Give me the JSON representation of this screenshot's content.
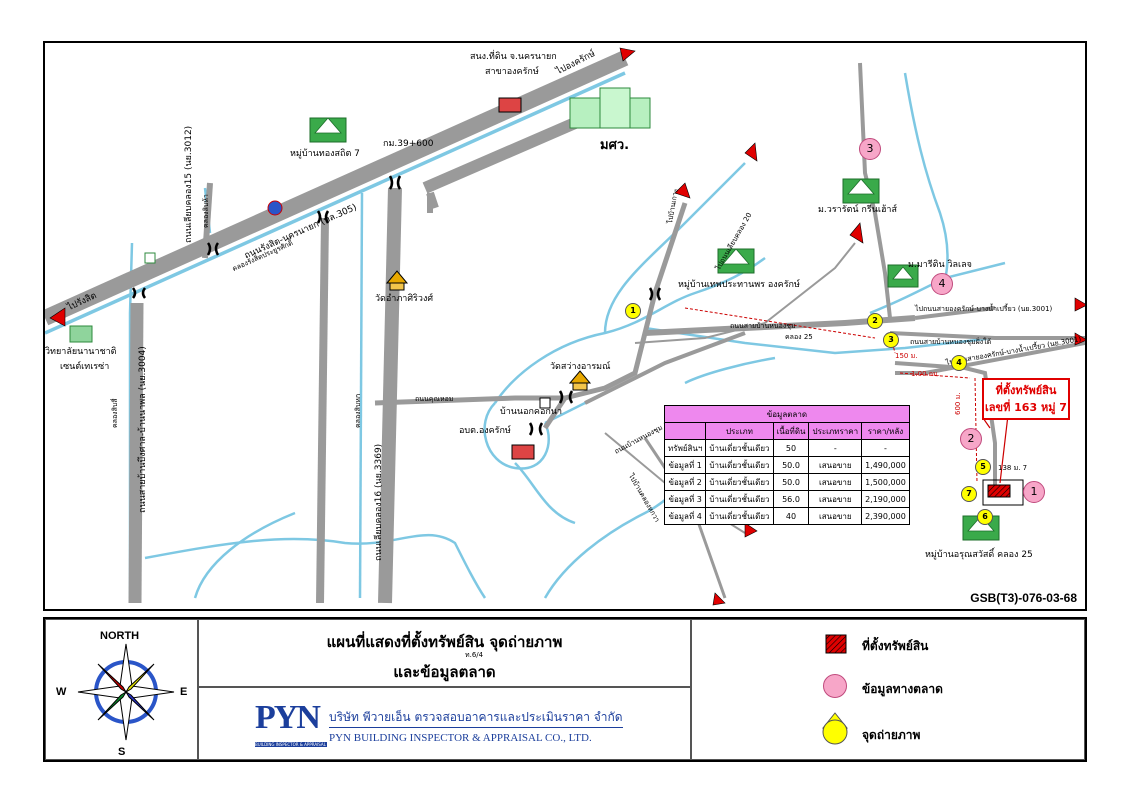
{
  "map": {
    "ref_code": "GSB(T3)-076-03-68",
    "property_callout": {
      "line1": "ที่ตั้งทรัพย์สิน",
      "line2": "เลขที่ 163 หมู่ 7"
    },
    "labels": {
      "to_ongkharak": "ไปองครักษ์",
      "to_rangsit": "ไปรังสิต",
      "land_office": "สนง.ที่ดิน จ.นครนายก",
      "land_office_branch": "สาขาองครักษ์",
      "university": "มศว.",
      "km_marker": "กม.39+600",
      "village_thongsathit": "หมู่บ้านทองสถิต 7",
      "main_road": "ถนนรังสิต-นครนายก (ทล.305)",
      "canal_rangsit": "คลองรังสิตประยูรศักดิ์",
      "road_3012": "ถนนเลียบคลอง15 (นย.3012)",
      "canal_15": "คลองสิบห้า",
      "road_3004": "ถนนสายบ้านบึงศาล-บ้านนาพล (นย.3004)",
      "canal_14": "คลองสิบสี่",
      "college": "วิทยาลัยนานาชาติ",
      "college_2": "เซนต์เทเรซ่า",
      "temp_amphawan": "วัดอำภาศิริวงศ์",
      "road_3369": "ถนนเลียบคลอง16 (นย.3369)",
      "canal_16": "คลองสิบหก",
      "village_thepprathan": "หมู่บ้านเทพประทานพร องครักษ์",
      "temple_sawang": "วัดสว่างอารมณ์",
      "ban_nok_khok": "บ้านนอกคอกนา",
      "sao_ongkharak": "อบต.องครักษ์",
      "road_khum_hom": "ถนนคุณหอม",
      "road_nongchum": "ถนนสายบ้านหนองชุม",
      "road_nongchum_tai": "ถนนสายบ้านหนองชุมฝั่งใต้",
      "road_3014": "ถนนบ้านหนองชุม (นย.3014)",
      "village_warat": "ม.วรารัตน์ กรีนเฮ้าส์",
      "village_marin": "ม.มารีติน วิลเลจ",
      "village_arunsawat": "หมู่บ้านอรุณสวัสดิ์ คลอง 25",
      "canal_25": "คลอง 25",
      "to_klong": "ไปบ้านเกาะ",
      "to_nongchum1": "ไปถนนเลียบคลอง 20",
      "to_3001": "ไปถนนสายองครักษ์-บางน้ำเปรี้ยว (นย.3001)",
      "to_3001b": "ไปถนนสายองครักษ์-บางน้ำเปรี้ยว (นย.3001)",
      "to_khok": "ไปบ้านคลองหกวา",
      "dist_1": "1.00 กม.",
      "dist_2": "600 ม.",
      "dist_3": "150 ม.",
      "dist_4": "138 ม. 7"
    },
    "markers": [
      "1",
      "2",
      "3",
      "4"
    ],
    "photo_points": [
      "1",
      "2",
      "3",
      "4",
      "5",
      "6",
      "7"
    ]
  },
  "market_table": {
    "title": "ข้อมูลตลาด",
    "headers": [
      "",
      "ประเภท",
      "เนื้อที่ดิน",
      "ประเภทราคา",
      "ราคา/หลัง"
    ],
    "rows": [
      [
        "ทรัพย์สินฯ",
        "บ้านเดี่ยวชั้นเดียว",
        "50",
        "-",
        "-"
      ],
      [
        "ข้อมูลที่ 1",
        "บ้านเดี่ยวชั้นเดียว",
        "50.0",
        "เสนอขาย",
        "1,490,000"
      ],
      [
        "ข้อมูลที่ 2",
        "บ้านเดี่ยวชั้นเดียว",
        "50.0",
        "เสนอขาย",
        "1,500,000"
      ],
      [
        "ข้อมูลที่ 3",
        "บ้านเดี่ยวชั้นเดียว",
        "56.0",
        "เสนอขาย",
        "2,190,000"
      ],
      [
        "ข้อมูลที่ 4",
        "บ้านเดี่ยวชั้นเดียว",
        "40",
        "เสนอขาย",
        "2,390,000"
      ]
    ]
  },
  "footer": {
    "compass": {
      "n": "NORTH",
      "s": "S",
      "e": "E",
      "w": "W"
    },
    "title_line1": "แผนที่แสดงที่ตั้งทรัพย์สิน จุดถ่ายภาพ",
    "title_line2": "และข้อมูลตลาด",
    "title_note": "ท.6/4",
    "company_th": "บริษัท พีวายเอ็น ตรวจสอบอาคารและประเมินราคา จำกัด",
    "company_en": "PYN BUILDING INSPECTOR & APPRAISAL CO., LTD.",
    "logo_text": "PYN",
    "logo_sub": "BUILDING INSPECTOR & APPRAISAL",
    "legend": [
      {
        "label": "ที่ตั้งทรัพย์สิน",
        "icon": "red-hatched-square"
      },
      {
        "label": "ข้อมูลทางตลาด",
        "icon": "pink-circle"
      },
      {
        "label": "จุดถ่ายภาพ",
        "icon": "yellow-camera-arrow"
      }
    ]
  },
  "colors": {
    "road": "#9a9a9a",
    "canal": "#7ec8e3",
    "marker": "#f7a6c8",
    "photo": "#ffff00",
    "property": "#e00000",
    "table_head": "#ee88ee"
  }
}
